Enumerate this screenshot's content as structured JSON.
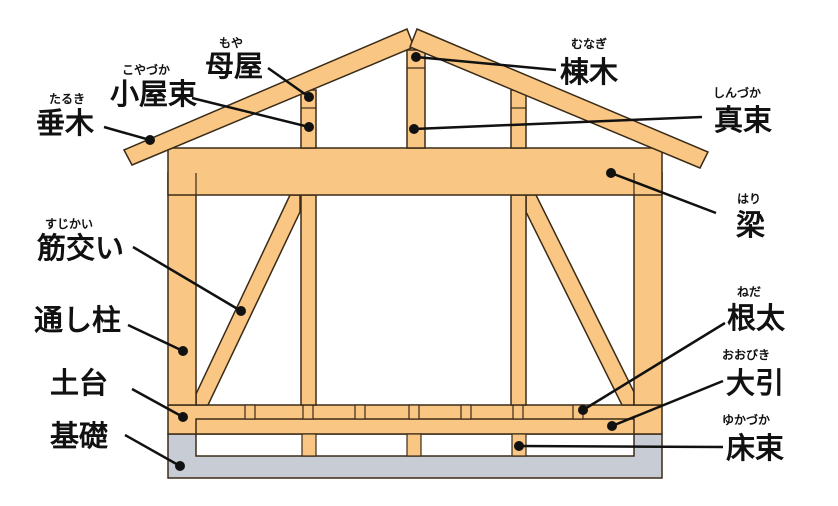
{
  "colors": {
    "wood": "#f9c783",
    "wood_edge": "#3a2b18",
    "foundation": "#c8ccd4",
    "leader": "#111111"
  },
  "labels": {
    "taruki": {
      "text": "垂木",
      "ruby": "たるき"
    },
    "koyazuka": {
      "text": "小屋束",
      "ruby": "こやづか"
    },
    "moya": {
      "text": "母屋",
      "ruby": "もや"
    },
    "munagi": {
      "text": "棟木",
      "ruby": "むなぎ"
    },
    "shinzuka": {
      "text": "真束",
      "ruby": "しんづか"
    },
    "hari": {
      "text": "梁",
      "ruby": "はり"
    },
    "sujikai": {
      "text": "筋交い",
      "ruby": "すじかい"
    },
    "toshibashira": {
      "text": "通し柱",
      "ruby": ""
    },
    "dodai": {
      "text": "土台",
      "ruby": ""
    },
    "kiso": {
      "text": "基礎",
      "ruby": ""
    },
    "neda": {
      "text": "根太",
      "ruby": "ねだ"
    },
    "oobiki": {
      "text": "大引",
      "ruby": "おおびき"
    },
    "yukazuka": {
      "text": "床束",
      "ruby": "ゆかづか"
    }
  }
}
